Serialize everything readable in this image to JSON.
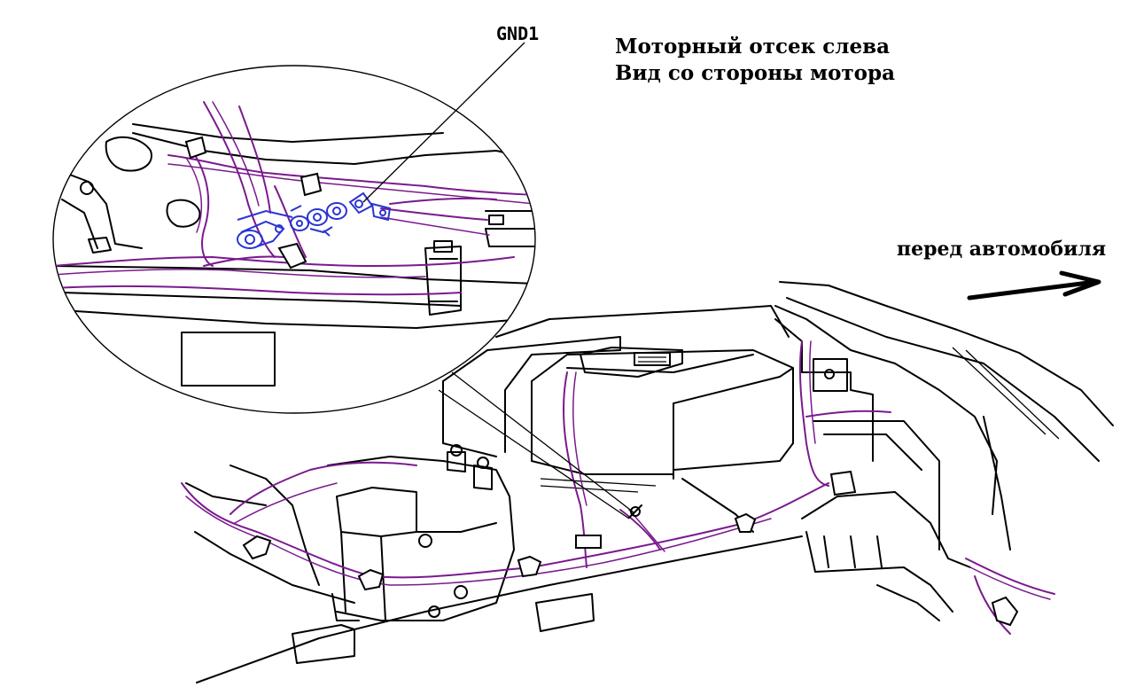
{
  "labels": {
    "title_line1": "Моторный отсек слева",
    "title_line2": "Вид со стороны мотора",
    "front_label": "перед автомобиля",
    "callout": "GND1"
  },
  "colors": {
    "wiring_harness": "#7a1a8e",
    "ground_highlight": "#2a35d0",
    "outline": "#000000"
  },
  "icons": {
    "direction_arrow": "arrow-right-icon"
  }
}
